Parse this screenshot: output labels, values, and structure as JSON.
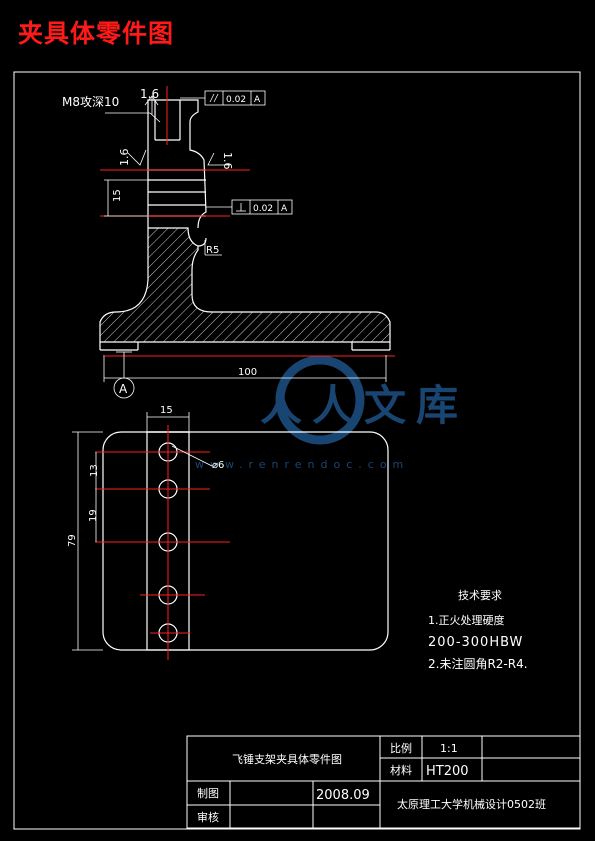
{
  "title": "夹具体零件图",
  "colors": {
    "outline": "#ffffff",
    "centerline": "#ff2020",
    "dim": "#ffffff",
    "title": "#ff1a1a",
    "watermark": "#2f7fcf"
  },
  "annotations": {
    "thread": "M8攻深10",
    "rough_top": "1.6",
    "rough_left": "1.6",
    "rough_right": "1.6",
    "tol_parallel": "0.02",
    "tol_parallel_ref": "A",
    "tol_perp": "0.02",
    "tol_perp_ref": "A",
    "dim_15_left": "15",
    "radius": "R5",
    "dim_width": "100",
    "datum": "A",
    "dim_15_top": "15",
    "hole_dia": "⌀6",
    "dim_13": "13",
    "dim_19": "19",
    "dim_79": "79"
  },
  "requirements": {
    "heading": "技术要求",
    "line1": "1.正火处理硬度",
    "line2": "200-300HBW",
    "line3": "2.未注圆角R2-R4."
  },
  "titleblock": {
    "part_name": "飞锤支架夹具体零件图",
    "scale_label": "比例",
    "scale_value": "1:1",
    "material_label": "材料",
    "material_value": "HT200",
    "drawn_label": "制图",
    "drawn_date": "2008.09",
    "check_label": "审核",
    "school": "太原理工大学机械设计0502班"
  },
  "watermark": {
    "text": "人人文库",
    "url": "www.renrendoc.com"
  }
}
